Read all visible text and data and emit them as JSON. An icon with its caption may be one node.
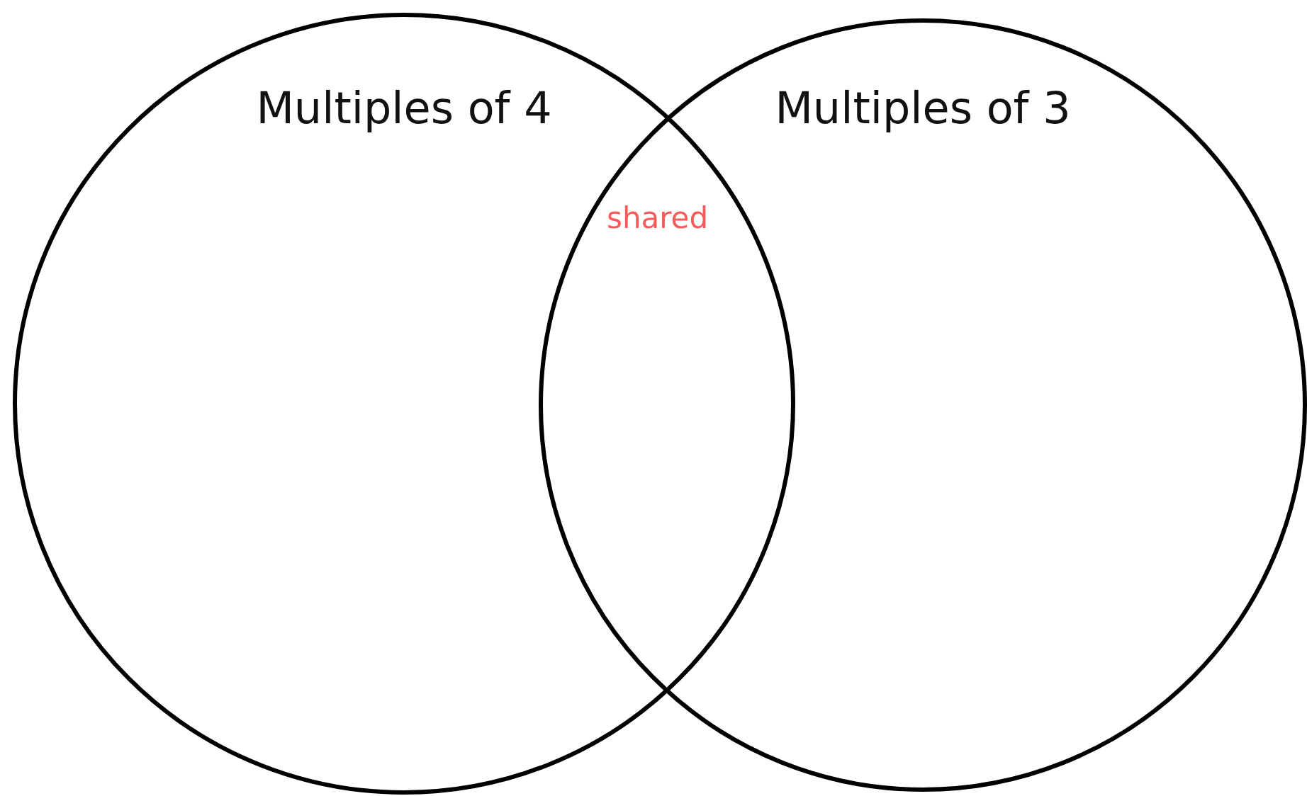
{
  "diagram": {
    "nodes": [
      {
        "text": [
          "Multiples of 4"
        ]
      },
      {
        "text": [
          "Multiples of 3"
        ]
      }
    ],
    "edges": [],
    "labels": [
      "shared"
    ]
  }
}
